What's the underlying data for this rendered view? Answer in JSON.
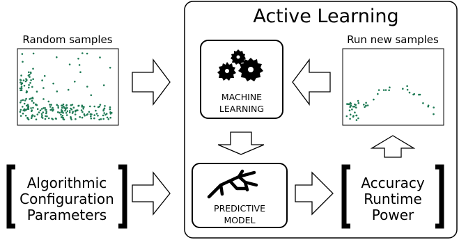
{
  "diagram": {
    "title": "Active Learning",
    "left_plot_label": "Random samples",
    "right_plot_label": "Run new samples",
    "ml_box_line1": "MACHINE",
    "ml_box_line2": "LEARNING",
    "pm_box_line1": "PREDICTIVE",
    "pm_box_line2": "MODEL",
    "params_line1": "Algorithmic",
    "params_line2": "Configuration",
    "params_line3": "Parameters",
    "outputs_line1": "Accuracy",
    "outputs_line2": "Runtime",
    "outputs_line3": "Power"
  },
  "colors": {
    "point": "#1f7a55",
    "ink": "#000000",
    "background": "#ffffff"
  },
  "icons": {
    "gears": "gears-icon",
    "tree": "decision-tree-icon"
  }
}
